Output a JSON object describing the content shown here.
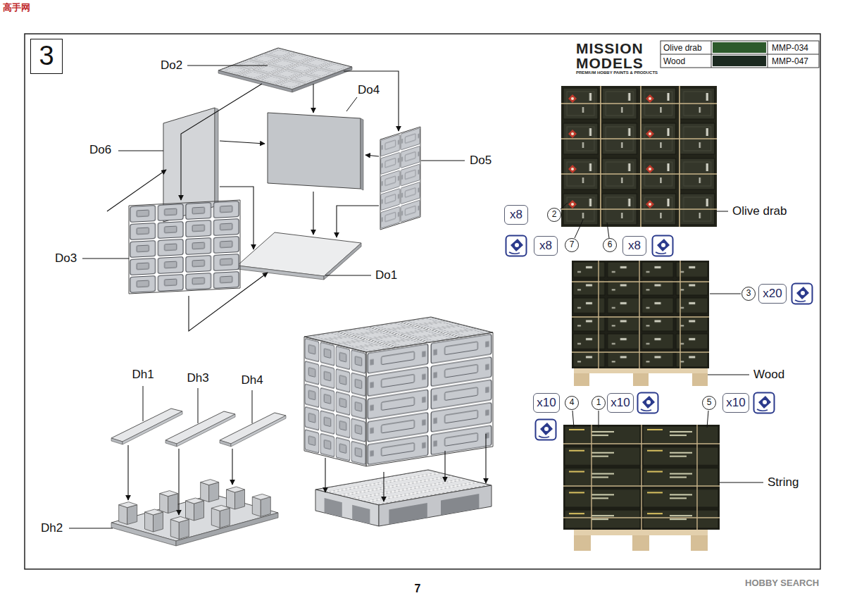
{
  "diagram": {
    "nodes": [
      {
        "text": [
          "3"
        ]
      },
      {
        "text": [
          "x8"
        ]
      },
      {
        "text": [
          "2"
        ]
      },
      {
        "text": [
          "x8"
        ]
      },
      {
        "text": [
          "7"
        ]
      },
      {
        "text": [
          "6"
        ]
      },
      {
        "text": [
          "x8"
        ]
      },
      {
        "text": [
          "3"
        ]
      },
      {
        "text": [
          "x20"
        ]
      },
      {
        "text": [
          "x10"
        ]
      },
      {
        "text": [
          "4"
        ]
      },
      {
        "text": [
          "1"
        ]
      },
      {
        "text": [
          "x10"
        ]
      },
      {
        "text": [
          "5"
        ]
      },
      {
        "text": [
          "x10"
        ]
      }
    ],
    "labels": [
      "高手网",
      "Do2",
      "Do4",
      "Do6",
      "Do5",
      "Do3",
      "Do1",
      "MISSION MODELS",
      "PREMIUM HOBBY PAINTS & PRODUCTS",
      "MMP-034",
      "MMP-047",
      "Olive drab",
      "Wood",
      "String",
      "Dh1",
      "Dh3",
      "Dh4",
      "Dh2",
      "7",
      "HOBBY SEARCH"
    ],
    "legend": [
      {
        "text": "Olive drab",
        "color": "#2d5a2c"
      },
      {
        "text": "Wood",
        "color": "#1c2a21"
      }
    ]
  }
}
